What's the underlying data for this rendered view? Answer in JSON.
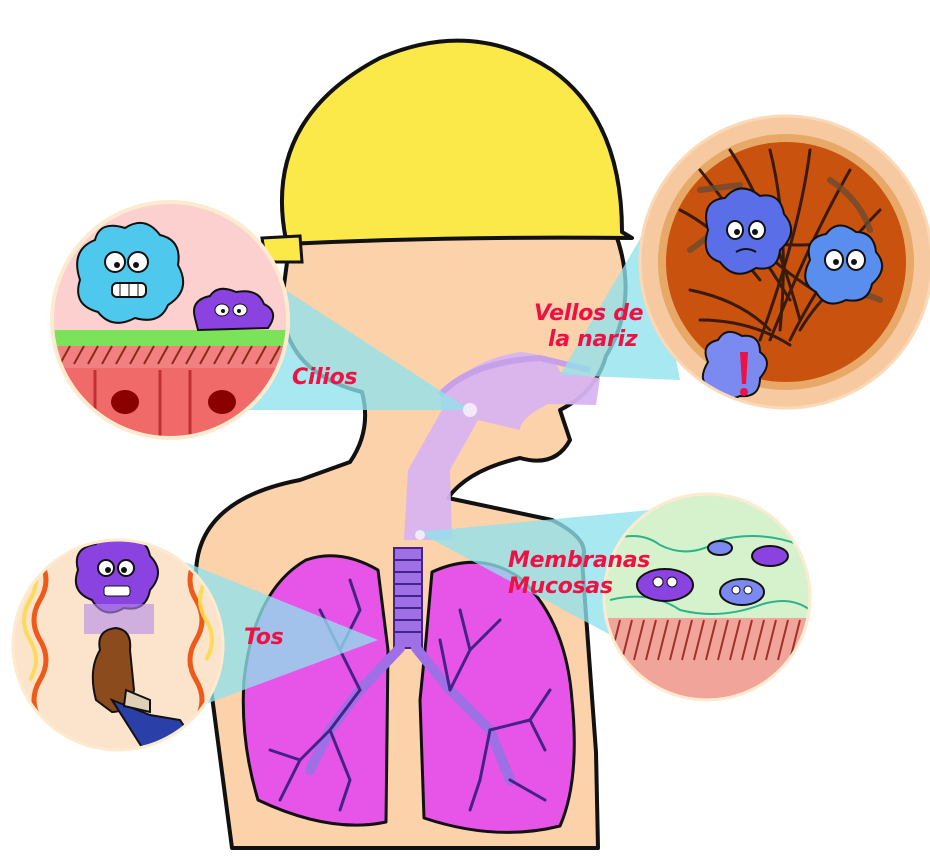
{
  "labels": {
    "cilios": "Cilios",
    "vellos": "Vellos  de",
    "nariz": "la nariz",
    "membranas": "Membranas",
    "mucosas": "Mucosas",
    "tos": "Tos"
  },
  "colors": {
    "helmet": "#fbe94a",
    "skin": "#fcd2ab",
    "airway": "#d8b4f0",
    "lung": "#e655e8",
    "bronchi": "#9f6fe6",
    "beam": "#8fe2ec",
    "label": "#ee1144"
  },
  "icons": [
    "helmet-icon",
    "germ-icon",
    "lungs-icon",
    "cough-icon",
    "exclamation-icon"
  ]
}
